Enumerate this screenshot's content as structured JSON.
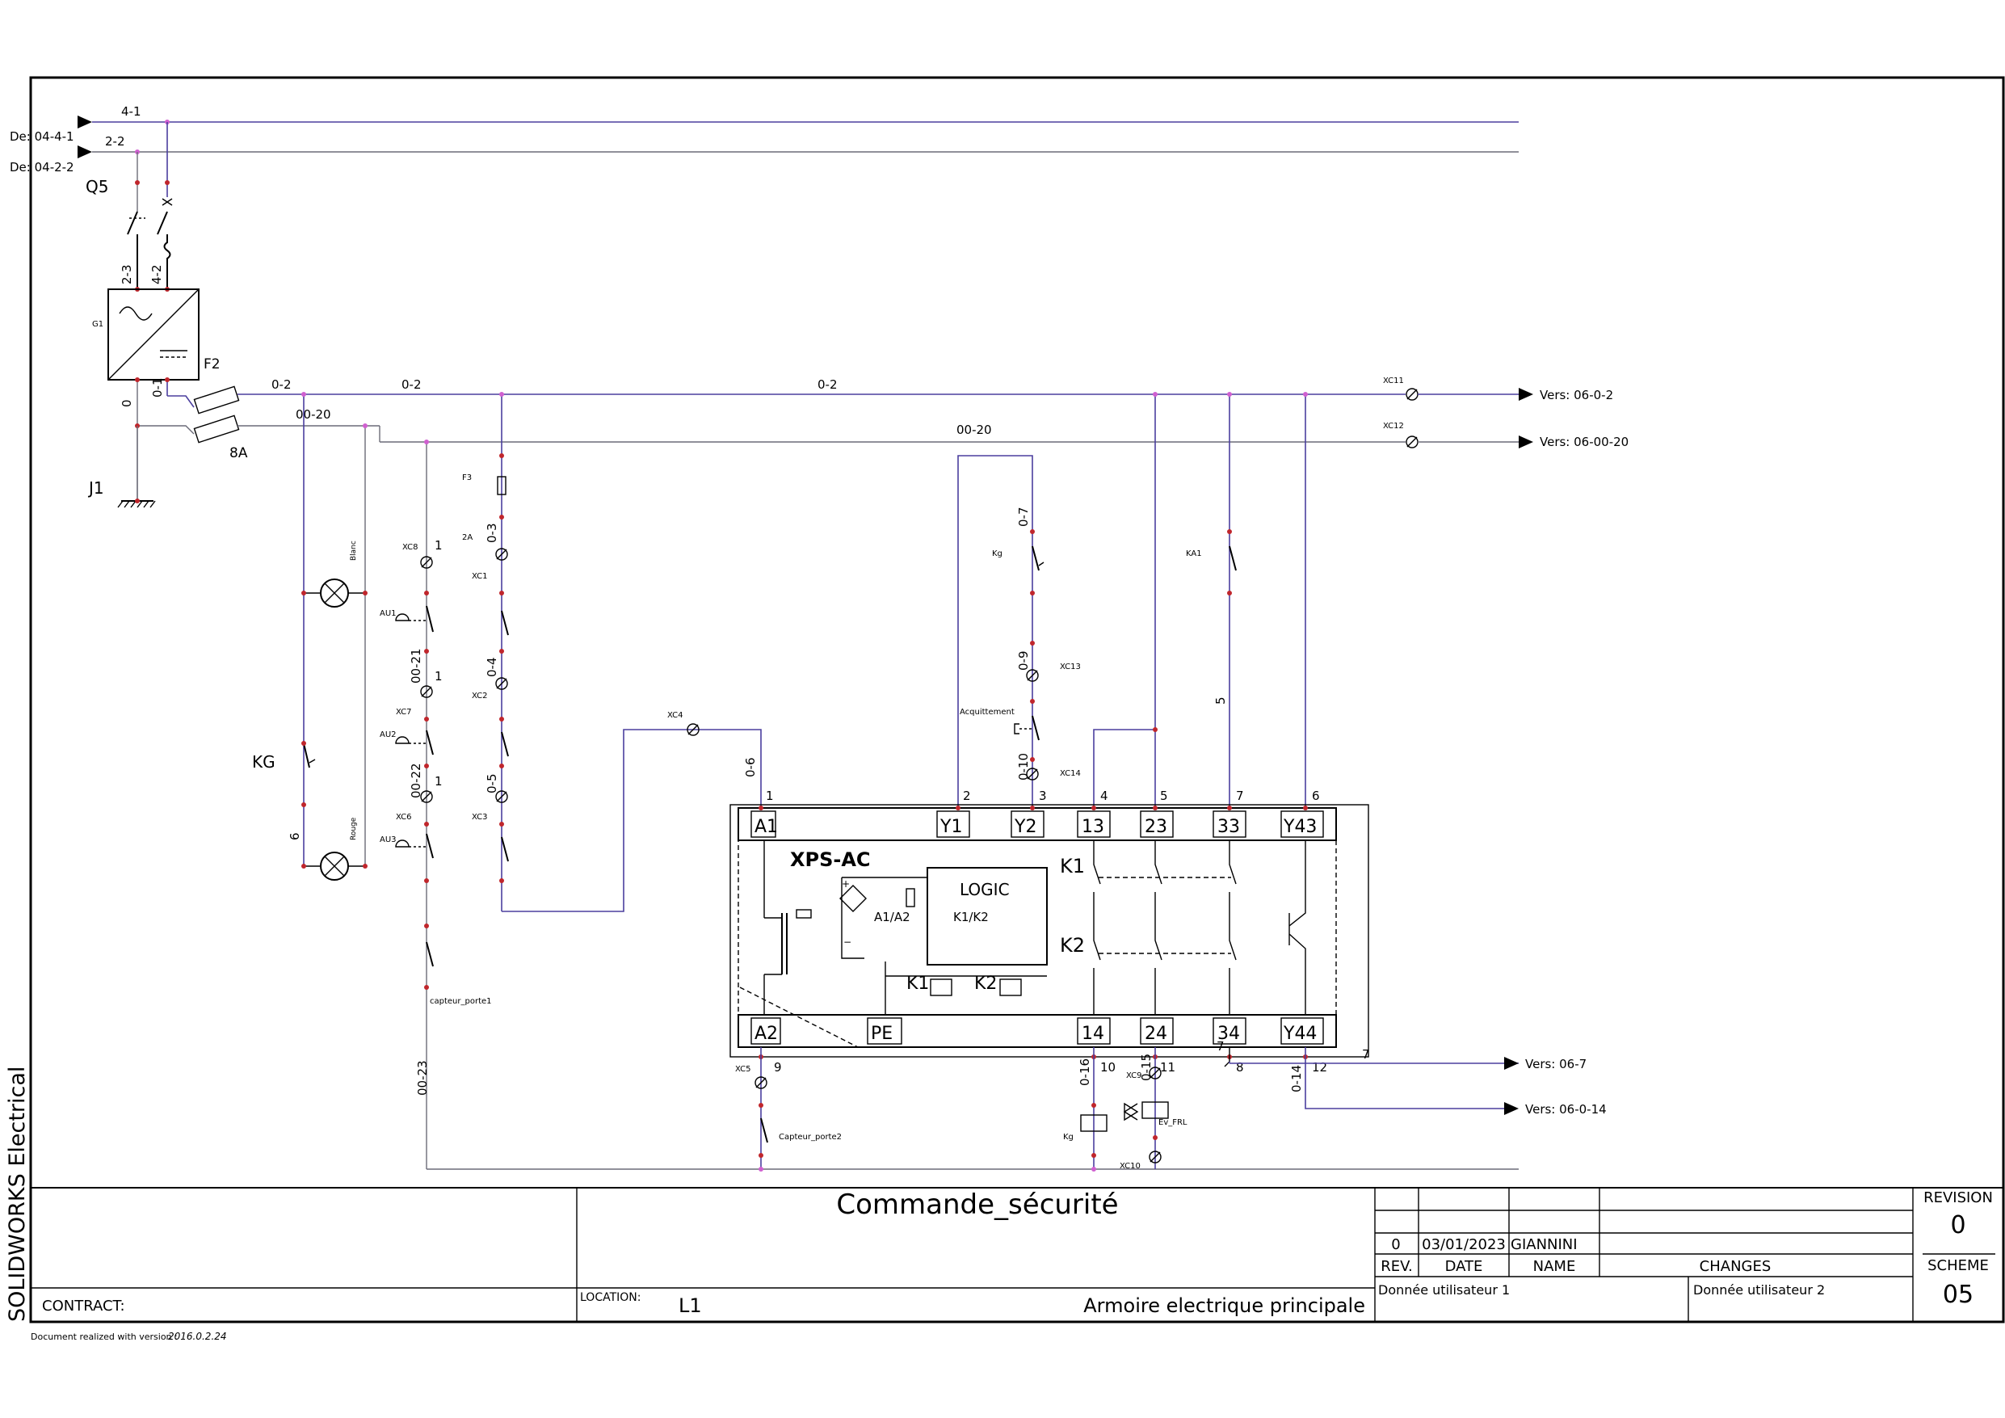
{
  "sources": {
    "from_1": "De: 04-4-1",
    "from_2": "De: 04-2-2",
    "wire_1": "4-1",
    "wire_2": "2-2"
  },
  "components": {
    "q5": "Q5",
    "g1": "G1",
    "f2": "F2",
    "j1": "J1",
    "fuse_rating": "8A",
    "f3": "F3",
    "f3_rating": "2A",
    "kg_lamp": "KG",
    "lamp_white": "Blanc",
    "lamp_red": "Rouge",
    "au1": "AU1",
    "au2": "AU2",
    "au3": "AU3",
    "xc8": "XC8",
    "xc7": "XC7",
    "xc6": "XC6",
    "xc1": "XC1",
    "xc2": "XC2",
    "xc3": "XC3",
    "xc4": "XC4",
    "xc5": "XC5",
    "xc9": "XC9",
    "xc10": "XC10",
    "xc11": "XC11",
    "xc12": "XC12",
    "xc13": "XC13",
    "xc14": "XC14",
    "kg_contact": "Kg",
    "ka1": "KA1",
    "acquittement": "Acquittement",
    "capteur_porte1": "capteur_porte1",
    "capteur_porte2": "Capteur_porte2",
    "kg_coil": "Kg",
    "ev_frl": "Ev_FRL"
  },
  "wires": {
    "w_0_2": "0-2",
    "w_00_20": "00-20",
    "w_0": "0",
    "w_0_1": "0-1",
    "w_2_3": "2-3",
    "w_4_2": "4-2",
    "w_0_3": "0-3",
    "w_0_4": "0-4",
    "w_0_5": "0-5",
    "w_0_6": "0-6",
    "w_0_7": "0-7",
    "w_0_9": "0-9",
    "w_0_10": "0-10",
    "w_00_21": "00-21",
    "w_00_22": "00-22",
    "w_00_23": "00-23",
    "w_6": "6",
    "w_5": "5",
    "w_0_16": "0-16",
    "w_0_15": "0-15",
    "w_0_14": "0-14",
    "w_7": "7",
    "one": "1"
  },
  "outputs": {
    "o1": "Vers: 06-0-2",
    "o2": "Vers: 06-00-20",
    "o3": "Vers: 06-7",
    "o4": "Vers: 06-0-14"
  },
  "relay": {
    "name": "XPS-AC",
    "logic": "LOGIC",
    "k1k2": "K1/K2",
    "a1a2": "A1/A2",
    "k1": "K1",
    "k2": "K2",
    "top_terms": [
      "A1",
      "Y1",
      "Y2",
      "13",
      "23",
      "33",
      "Y43"
    ],
    "top_nums": [
      "1",
      "2",
      "3",
      "4",
      "5",
      "7",
      "6"
    ],
    "bot_terms": [
      "A2",
      "PE",
      "14",
      "24",
      "34",
      "Y44"
    ],
    "bot_nums": [
      "9",
      "10",
      "11",
      "8",
      "12"
    ]
  },
  "title_block": {
    "software": "SOLIDWORKS Electrical",
    "title": "Commande_sécurité",
    "contract_label": "CONTRACT:",
    "location_label": "LOCATION:",
    "location_value": "L1",
    "description": "Armoire electrique principale",
    "rev_value": "0",
    "date_value": "03/01/2023",
    "name_value": "GIANNINI",
    "rev_header": "REV.",
    "date_header": "DATE",
    "name_header": "NAME",
    "changes_header": "CHANGES",
    "user_data_1": "Donnée utilisateur 1",
    "user_data_2": "Donnée utilisateur 2",
    "revision_label": "REVISION",
    "revision_value": "0",
    "scheme_label": "SCHEME",
    "scheme_value": "05",
    "version_note_label": "Document realized with version :",
    "version_note_value": "2016.0.2.24"
  }
}
